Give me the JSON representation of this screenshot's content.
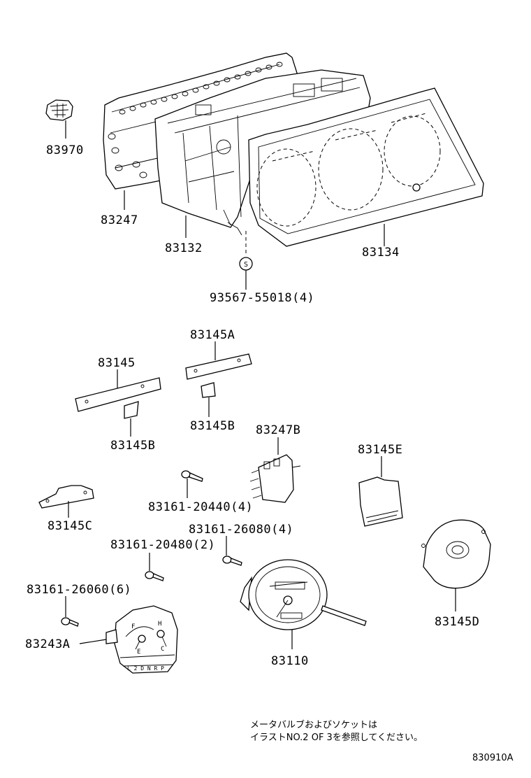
{
  "parts": {
    "p83970": "83970",
    "p83247": "83247",
    "p83132": "83132",
    "p83134": "83134",
    "p93567": "93567-55018(4)",
    "screw_symbol": "S",
    "p83145A": "83145A",
    "p83145": "83145",
    "p83145B_left": "83145B",
    "p83145B_right": "83145B",
    "p83247B": "83247B",
    "p83145E": "83145E",
    "p83145C": "83145C",
    "p83161_20440": "83161-20440(4)",
    "p83161_26080": "83161-26080(4)",
    "p83161_20480": "83161-20480(2)",
    "p83161_26060": "83161-26060(6)",
    "p83243A": "83243A",
    "p83110": "83110",
    "p83145D": "83145D"
  },
  "gauge_text": {
    "fuel_f": "F",
    "fuel_e": "E",
    "temp_h": "H",
    "temp_c": "C",
    "shift": "L 2 D N R P"
  },
  "note": {
    "line1": "メータバルブおよびソケットは",
    "line2": "イラストNO.2 OF 3を参照してください。"
  },
  "diagram_code": "830910A"
}
